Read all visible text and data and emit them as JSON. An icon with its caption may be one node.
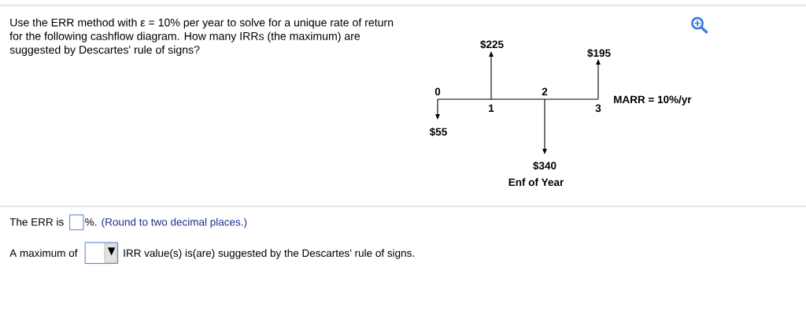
{
  "diagram": {
    "labels": [
      "Use the ERR method with ε = 10% per year to solve for a unique rate of return for the following cashflow diagram. How many IRRs (the maximum) are suggested by Descartes' rule of signs?",
      "$225",
      "$195",
      "0",
      "2",
      "MARR = 10%/yr",
      "1",
      "3",
      "$55",
      "$340",
      "Enf of Year",
      "The ERR is",
      "%.",
      "(Round to two decimal places.)",
      "A maximum of",
      "IRR value(s) is(are) suggested by the Descartes' rule of signs."
    ]
  }
}
